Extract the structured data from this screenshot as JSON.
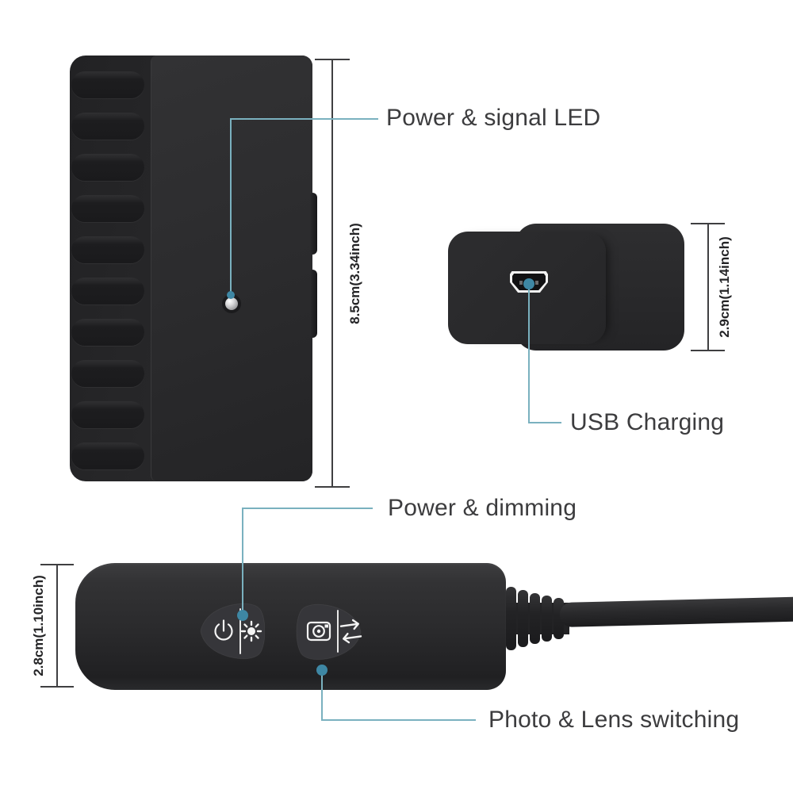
{
  "colors": {
    "background": "#ffffff",
    "callout_line": "#7ab1bf",
    "callout_dot": "#3e87a4",
    "dimension_line": "#3f3f41",
    "dimension_text": "#242426",
    "label_text": "#3c3c3e",
    "device_body": "#2a2a2c"
  },
  "callouts": {
    "led": {
      "label": "Power & signal LED"
    },
    "usb": {
      "label": "USB Charging"
    },
    "power_dimming": {
      "label": "Power & dimming"
    },
    "photo_lens": {
      "label": "Photo & Lens switching"
    }
  },
  "dimensions": {
    "main_device": "8.5cm(3.34inch)",
    "usb_charger": "2.9cm(1.14inch)",
    "handle": "2.8cm(1.10inch)"
  },
  "icons": {
    "led_indicator": "small silver dot",
    "micro_usb_port": "micro-usb trapezoid outline",
    "power_icon": "power symbol (circle with bar)",
    "brightness_icon": "sun with rays",
    "camera_icon": "camera outline with lens",
    "swap_arrows_icon": "right arrow over left arrow"
  }
}
